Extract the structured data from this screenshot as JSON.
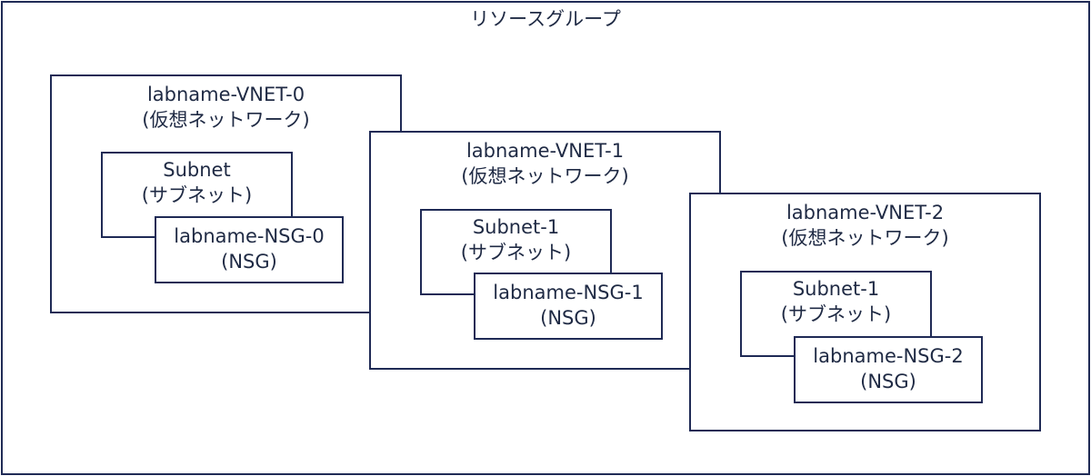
{
  "resource_group": {
    "label": "リソースグループ"
  },
  "vnets": [
    {
      "name": "labname-VNET-0",
      "type": "(仮想ネットワーク)",
      "subnet": {
        "name": "Subnet",
        "type": "(サブネット)"
      },
      "nsg": {
        "name": "labname-NSG-0",
        "type": "(NSG)"
      }
    },
    {
      "name": "labname-VNET-1",
      "type": "(仮想ネットワーク)",
      "subnet": {
        "name": "Subnet-1",
        "type": "(サブネット)"
      },
      "nsg": {
        "name": "labname-NSG-1",
        "type": "(NSG)"
      }
    },
    {
      "name": "labname-VNET-2",
      "type": "(仮想ネットワーク)",
      "subnet": {
        "name": "Subnet-1",
        "type": "(サブネット)"
      },
      "nsg": {
        "name": "labname-NSG-2",
        "type": "(NSG)"
      }
    }
  ],
  "colors": {
    "border": "#1f2a55",
    "text": "#1f2a44",
    "background": "#ffffff"
  }
}
